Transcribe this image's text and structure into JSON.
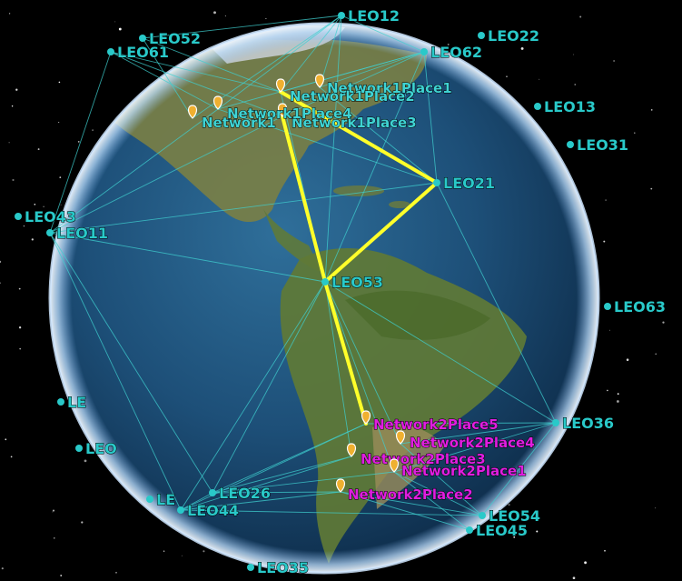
{
  "colors": {
    "satellite": "#29c9c9",
    "link": "#3fd0d0",
    "route": "#ffff2a",
    "network1_label": "#3fd3d3",
    "network2_label": "#e01ee0",
    "pin": "#f0b030"
  },
  "satellites": [
    {
      "id": "LEO12",
      "label": "LEO12"
    },
    {
      "id": "LEO52",
      "label": "LEO52"
    },
    {
      "id": "LEO61",
      "label": "LEO61"
    },
    {
      "id": "LEO22",
      "label": "LEO22"
    },
    {
      "id": "LEO62",
      "label": "LEO62"
    },
    {
      "id": "LEO13",
      "label": "LEO13"
    },
    {
      "id": "LEO31",
      "label": "LEO31"
    },
    {
      "id": "LEO21",
      "label": "LEO21"
    },
    {
      "id": "LEO43",
      "label": "LEO43"
    },
    {
      "id": "LEO11",
      "label": "LEO11"
    },
    {
      "id": "LEO53",
      "label": "LEO53"
    },
    {
      "id": "LEO63",
      "label": "LEO63"
    },
    {
      "id": "LEO36",
      "label": "LEO36"
    },
    {
      "id": "LEO26",
      "label": "LEO26"
    },
    {
      "id": "LEO44",
      "label": "LEO44"
    },
    {
      "id": "LEO54",
      "label": "LEO54"
    },
    {
      "id": "LEO45",
      "label": "LEO45"
    },
    {
      "id": "LEO35",
      "label": "LEO35"
    },
    {
      "id": "LEO_L1",
      "label": "LE"
    },
    {
      "id": "LEO_L2",
      "label": "LEO"
    },
    {
      "id": "LEO_L3",
      "label": "LE"
    }
  ],
  "places": [
    {
      "id": "N1P1",
      "label": "Network1Place1",
      "network": 1
    },
    {
      "id": "N1P2",
      "label": "Network1Place2",
      "network": 1
    },
    {
      "id": "N1P3",
      "label": "Network1Place3",
      "network": 1
    },
    {
      "id": "N1P4",
      "label": "Network1Place4",
      "network": 1
    },
    {
      "id": "N1P5",
      "label": "Network1",
      "network": 1
    },
    {
      "id": "N2P5",
      "label": "Network2Place5",
      "network": 2
    },
    {
      "id": "N2P4",
      "label": "Network2Place4",
      "network": 2
    },
    {
      "id": "N2P3",
      "label": "Network2Place3",
      "network": 2
    },
    {
      "id": "N2P1",
      "label": "Network2Place1",
      "network": 2
    },
    {
      "id": "N2P2",
      "label": "Network2Place2",
      "network": 2
    }
  ],
  "route": [
    "N1P3",
    "LEO53",
    "N2P5",
    "LEO53",
    "LEO21",
    "N1P2"
  ]
}
